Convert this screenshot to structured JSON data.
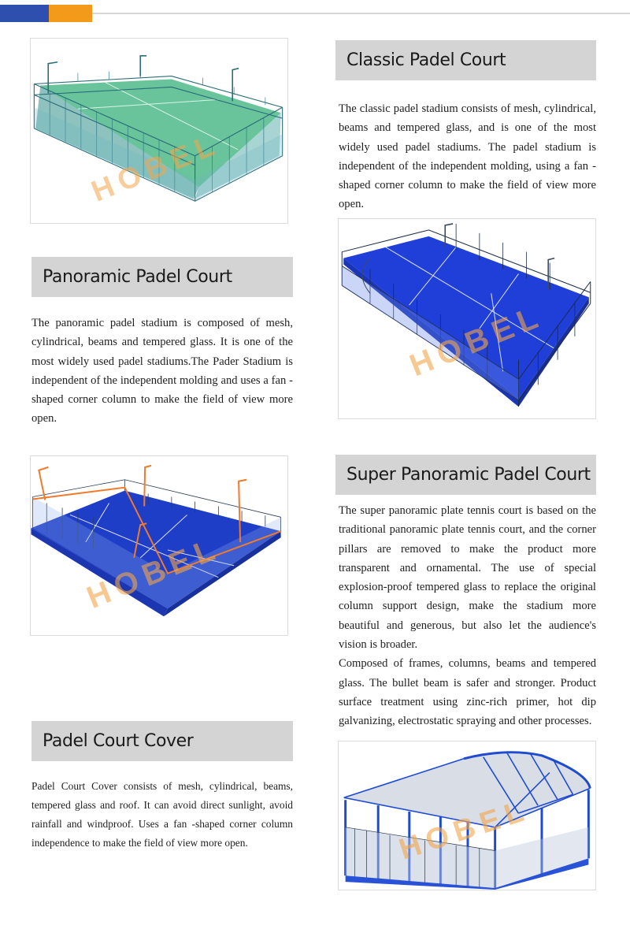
{
  "watermark": "HOBEL",
  "colors": {
    "accent_blue": "#2f4fae",
    "accent_orange": "#f49a1a",
    "heading_bg": "#d4d4d4"
  },
  "sections": [
    {
      "title": "Classic Padel Court",
      "body": [
        "The classic padel stadium consists of mesh, cylindrical, beams and tempered glass, and is one of the most widely used padel stadiums. The padel stadium is independent of the independent molding, using a fan -shaped corner column to make the field of view more open."
      ]
    },
    {
      "title": "Panoramic Padel Court",
      "body": [
        "The panoramic padel stadium is composed of mesh, cylindrical, beams and tempered glass. It is one of the most widely used padel stadiums.The Pader Stadium is independent of the independent molding and uses a fan -shaped corner column to make the field of view more open."
      ]
    },
    {
      "title": "Super Panoramic Padel Court",
      "body": [
        "The super panoramic plate tennis court is based on the traditional panoramic plate tennis court, and the corner pillars are removed to make the product more transparent and ornamental. The use of special explosion-proof tempered glass to replace the original column support design, make the stadium more beautiful and generous, but also let the audience's vision is broader.",
        "Composed of frames, columns, beams and tempered glass.    The bullet beam is safer and stronger.  Product surface treatment using zinc-rich primer, hot dip galvanizing, electrostatic spraying and other processes."
      ]
    },
    {
      "title": "Padel Court Cover",
      "body": [
        "Padel Court Cover consists of mesh, cylindrical, beams, tempered glass and roof. It can avoid direct sunlight, avoid rainfall and windproof.  Uses a fan -shaped corner column independence to make the field of view more open."
      ]
    }
  ]
}
